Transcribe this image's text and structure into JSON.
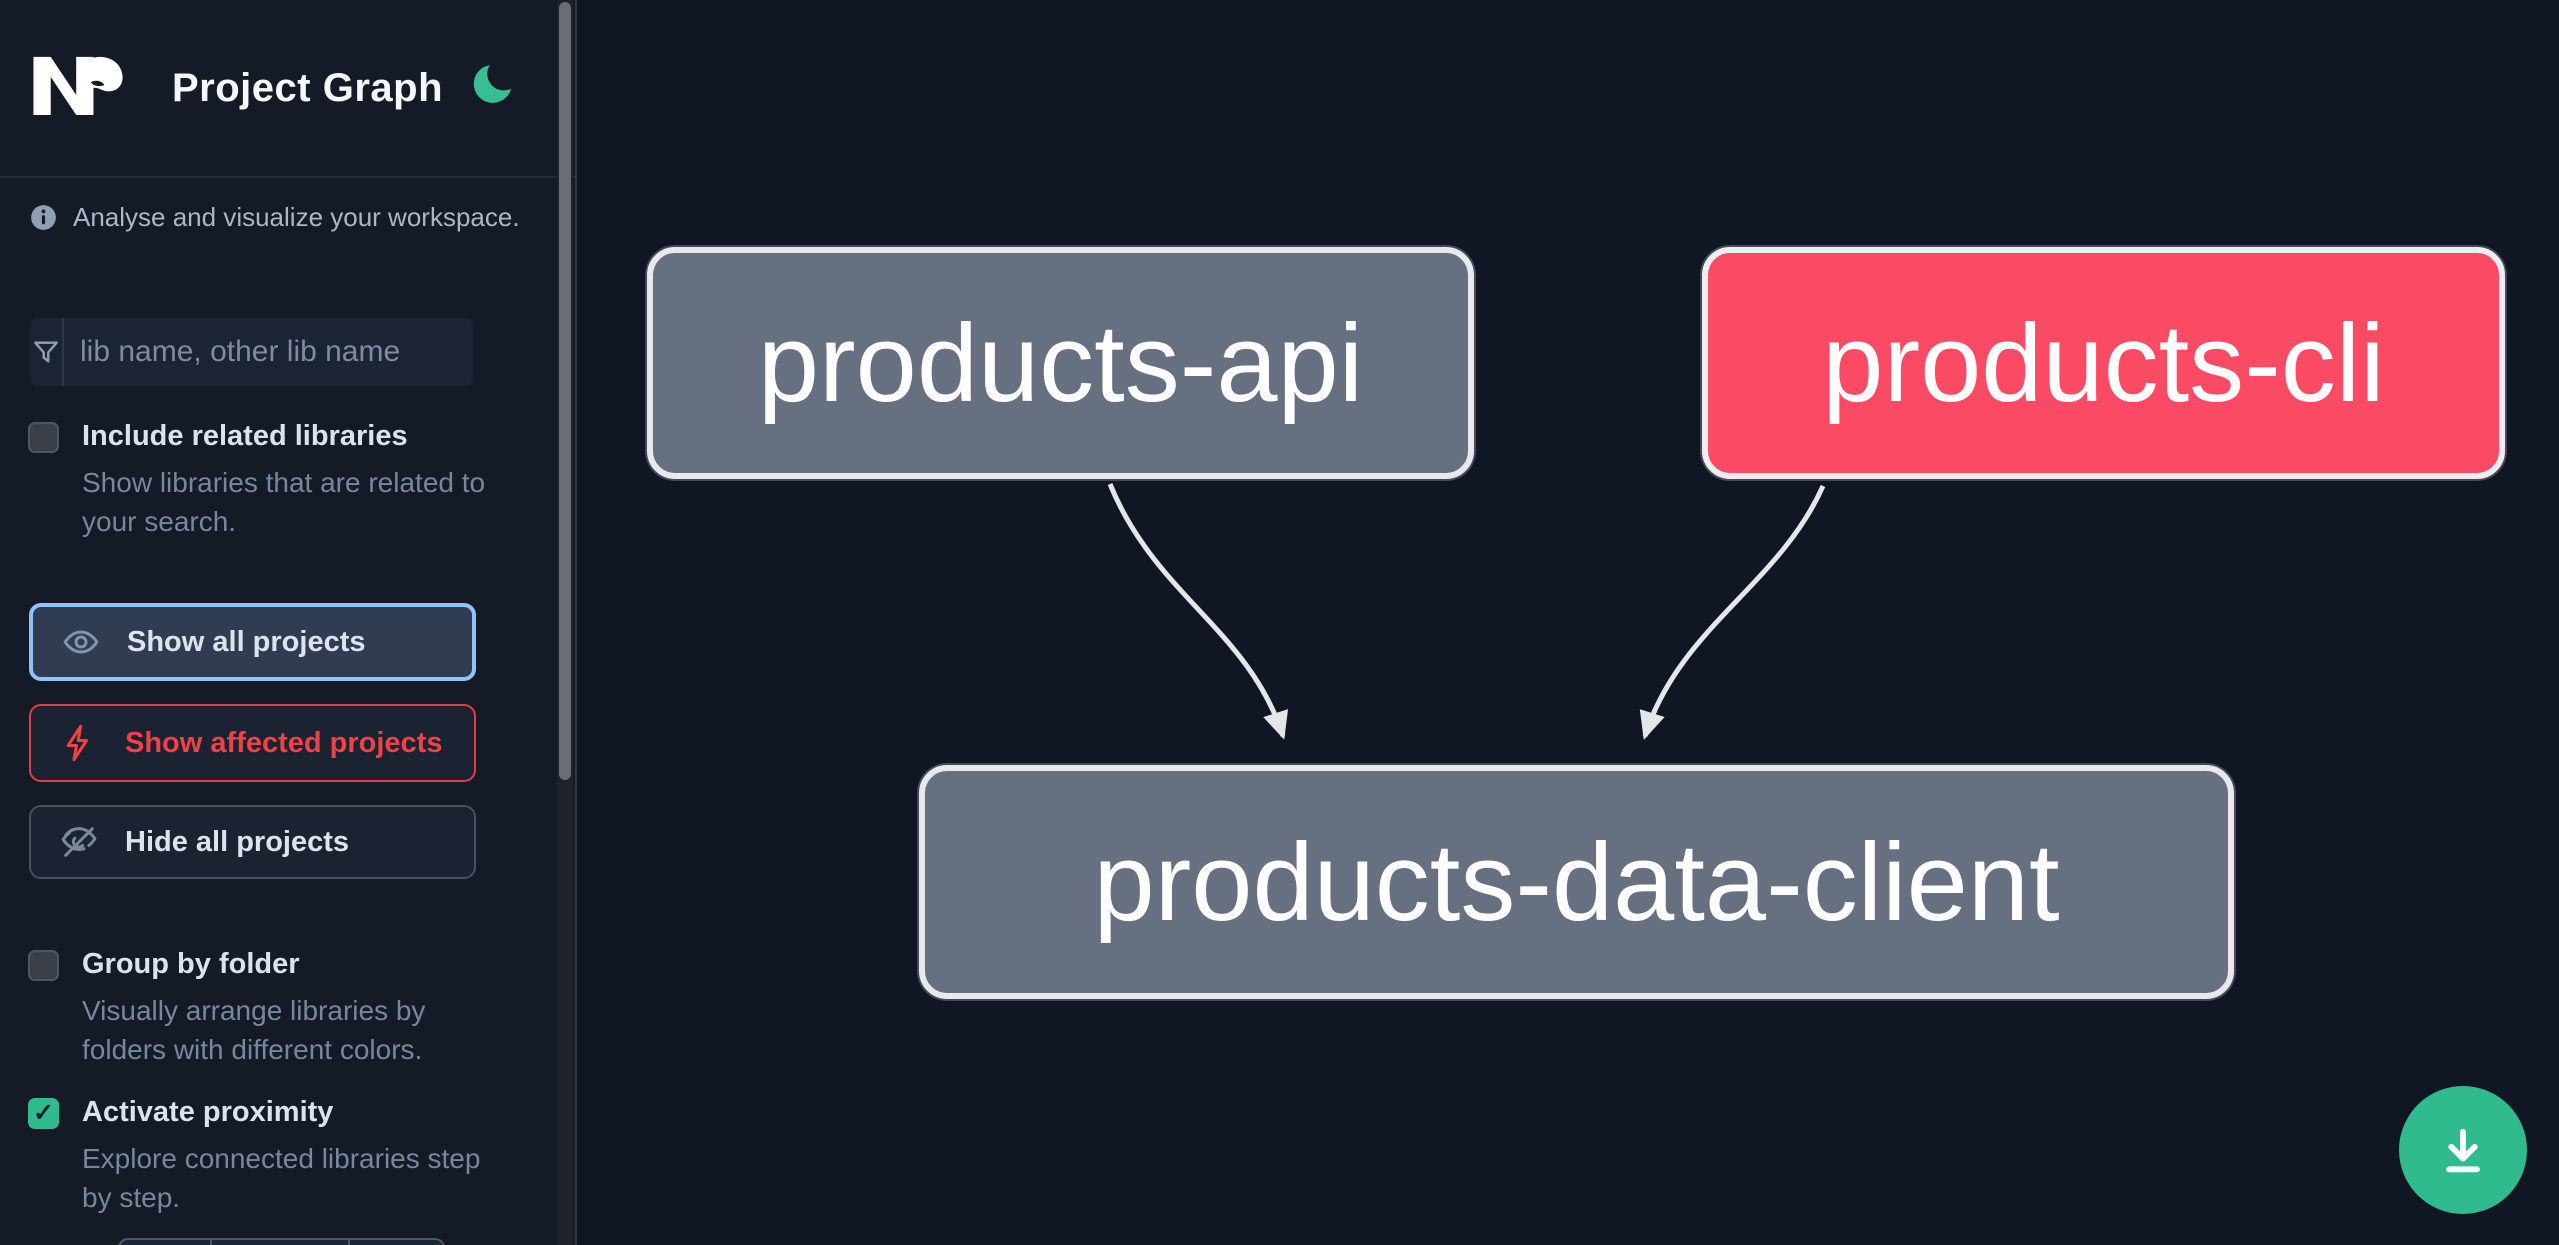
{
  "header": {
    "app_name": "Nx",
    "title": "Project Graph"
  },
  "sidebar": {
    "tagline": "Analyse and visualize your workspace.",
    "search_placeholder": "lib name, other lib name",
    "include_related": {
      "label": "Include related libraries",
      "description": "Show libraries that are related to your search.",
      "checked": false
    },
    "group_by_folder": {
      "label": "Group by folder",
      "description": "Visually arrange libraries by folders with different colors.",
      "checked": false
    },
    "activate_proximity": {
      "label": "Activate proximity",
      "description": "Explore connected libraries step by step.",
      "checked": true,
      "check_glyph": "✓"
    },
    "actions": {
      "show_all": "Show all projects",
      "show_affected": "Show affected projects",
      "hide_all": "Hide all projects"
    }
  },
  "graph": {
    "nodes": [
      {
        "id": "products-api",
        "state": "default"
      },
      {
        "id": "products-cli",
        "state": "affected"
      },
      {
        "id": "products-data-client",
        "state": "default"
      }
    ],
    "edges": [
      {
        "source": "products-api",
        "target": "products-data-client"
      },
      {
        "source": "products-cli",
        "target": "products-data-client"
      }
    ]
  },
  "icons": {
    "theme": "moon-icon",
    "tagline": "info-icon",
    "search": "funnel-icon",
    "show_all": "eye-icon",
    "show_affected": "lightning-icon",
    "hide_all": "eye-off-icon",
    "download": "download-icon"
  },
  "colors": {
    "accent_green": "#2fbb8d",
    "affected_node_pink": "#fb4b64",
    "node_gray": "#667080",
    "focus_border_blue": "#92c2f7",
    "affected_red": "#ef4146",
    "sidebar_bg": "#141a26",
    "canvas_bg": "#101624"
  }
}
